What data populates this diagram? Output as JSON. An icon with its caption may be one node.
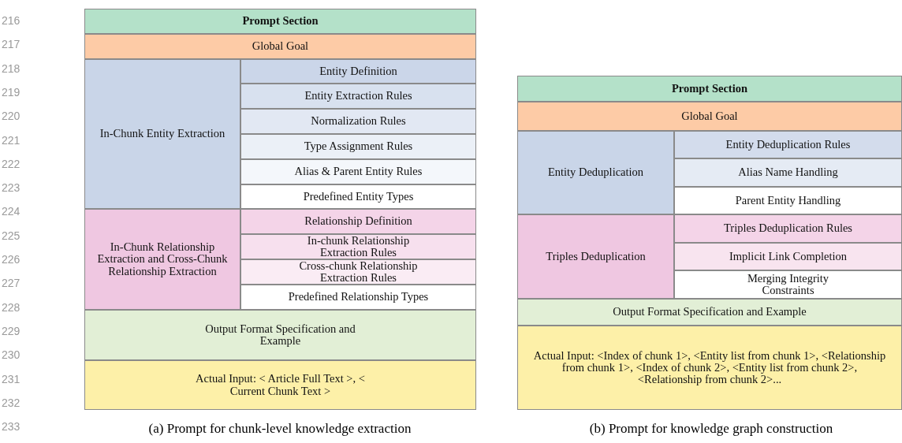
{
  "diagram": {
    "nodes": [
      {
        "text": [
          "Prompt Section"
        ]
      },
      {
        "text": [
          "Global Goal"
        ]
      },
      {
        "text": [
          "In-Chunk Entity Extraction"
        ]
      },
      {
        "text": [
          "Entity Definition"
        ]
      },
      {
        "text": [
          "Entity Extraction Rules"
        ]
      },
      {
        "text": [
          "Normalization Rules"
        ]
      },
      {
        "text": [
          "Type Assignment Rules"
        ]
      },
      {
        "text": [
          "Alias & Parent Entity Rules"
        ]
      },
      {
        "text": [
          "Predefined Entity Types"
        ]
      },
      {
        "text": [
          "In-Chunk Relationship Extraction and Cross-Chunk Relationship Extraction"
        ]
      },
      {
        "text": [
          "Relationship Definition"
        ]
      },
      {
        "text": [
          "In-chunk Relationship Extraction Rules"
        ]
      },
      {
        "text": [
          "Cross-chunk Relationship Extraction Rules"
        ]
      },
      {
        "text": [
          "Predefined Relationship Types"
        ]
      },
      {
        "text": [
          "Output Format Specification and Example"
        ]
      },
      {
        "text": [
          "Actual Input: < Article Full Text >, < Current Chunk Text >"
        ]
      },
      {
        "text": [
          "Prompt Section"
        ]
      },
      {
        "text": [
          "Global Goal"
        ]
      },
      {
        "text": [
          "Entity Deduplication"
        ]
      },
      {
        "text": [
          "Entity Deduplication Rules"
        ]
      },
      {
        "text": [
          "Alias Name Handling"
        ]
      },
      {
        "text": [
          "Parent Entity Handling"
        ]
      },
      {
        "text": [
          "Triples Deduplication"
        ]
      },
      {
        "text": [
          "Triples Deduplication Rules"
        ]
      },
      {
        "text": [
          "Implicit Link Completion"
        ]
      },
      {
        "text": [
          "Merging Integrity Constraints"
        ]
      },
      {
        "text": [
          "Output Format Specification and Example"
        ]
      },
      {
        "text": [
          "Actual Input: <Index of chunk 1>, <Entity list from chunk 1>, <Relationship from chunk 1>, <Index of chunk 2>, <Entity list from chunk 2>, <Relationship from chunk 2>..."
        ]
      }
    ],
    "labels": [
      "216",
      "217",
      "218",
      "219",
      "220",
      "221",
      "222",
      "223",
      "224",
      "225",
      "226",
      "227",
      "228",
      "229",
      "230",
      "231",
      "232",
      "233",
      "(a) Prompt for chunk-level knowledge extraction",
      "(b) Prompt for knowledge graph construction"
    ]
  }
}
